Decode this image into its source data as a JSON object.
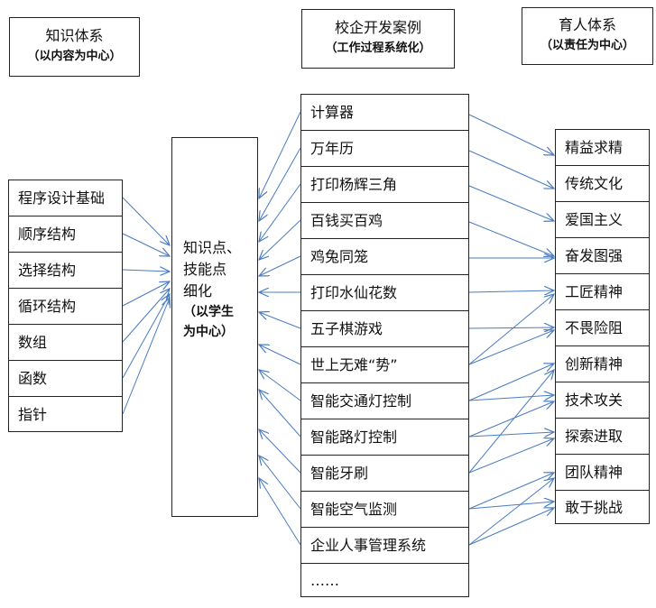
{
  "headers": {
    "knowledge": {
      "title": "知识体系",
      "subtitle": "（以内容为中心）"
    },
    "cases": {
      "title": "校企开发案例",
      "subtitle": "（工作过程系统化）"
    },
    "education": {
      "title": "育人体系",
      "subtitle": "（以责任为中心）"
    }
  },
  "knowledge_items": [
    "程序设计基础",
    "顺序结构",
    "选择结构",
    "循环结构",
    "数组",
    "函数",
    "指针"
  ],
  "center": {
    "line1": "知识点、",
    "line2": "技能点",
    "line3": "细化",
    "sub1": "（以学生",
    "sub2": "为中心）"
  },
  "case_items": [
    "计算器",
    "万年历",
    "打印杨辉三角",
    "百钱买百鸡",
    "鸡兔同笼",
    "打印水仙花数",
    "五子棋游戏",
    "世上无难“势”",
    "智能交通灯控制",
    "智能路灯控制",
    "智能牙刷",
    "智能空气监测",
    "企业人事管理系统",
    "……"
  ],
  "value_items": [
    "精益求精",
    "传统文化",
    "爱国主义",
    "奋发图强",
    "工匠精神",
    "不畏险阻",
    "创新精神",
    "技术攻关",
    "探索进取",
    "团队精神",
    "敢于挑战"
  ],
  "colors": {
    "arrow": "#4a7cc0",
    "border": "#222222"
  }
}
